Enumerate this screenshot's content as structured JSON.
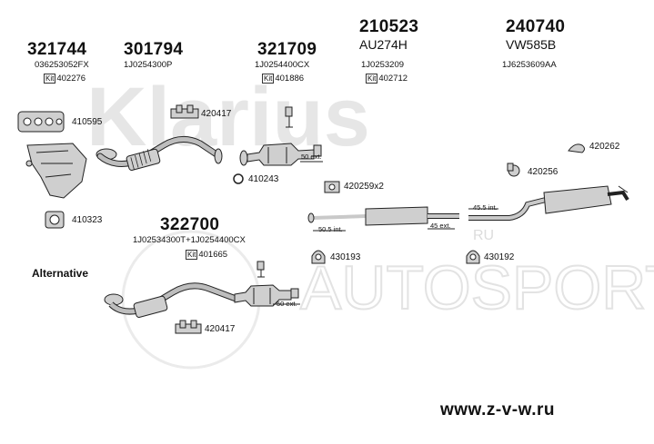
{
  "watermark": {
    "brand": "Klarius",
    "lower": "AUTOSPORTS",
    "ru": "RU"
  },
  "columns": [
    {
      "number": "321744",
      "oe": "036253052FX",
      "kit": "402276"
    },
    {
      "number": "301794",
      "oe": "1J0254300P"
    },
    {
      "number": "321709",
      "oe": "1J0254400CX",
      "kit": "401886"
    },
    {
      "number": "210523",
      "model": "AU274H",
      "oe": "1J0253209",
      "kit": "402712"
    },
    {
      "number": "240740",
      "model": "VW585B",
      "oe": "1J6253609AA"
    }
  ],
  "alt_block": {
    "number": "322700",
    "oe": "1J02534300T+1J0254400CX",
    "kit": "401665"
  },
  "kit_label": "Kit",
  "alternative_label": "Alternative",
  "refs": {
    "r410595": "410595",
    "r420417a": "420417",
    "r410243": "410243",
    "r420262": "420262",
    "r420256": "420256",
    "r420259": "420259x2",
    "r410323": "410323",
    "r430193": "430193",
    "r430192": "430192",
    "r420417b": "420417"
  },
  "dims": {
    "d50a": "50 ext.",
    "d505": "50.5 int.",
    "d45e": "45 ext.",
    "d455": "45.5 int.",
    "d50b": "50 ext."
  },
  "footer_url": "www.z-v-w.ru"
}
